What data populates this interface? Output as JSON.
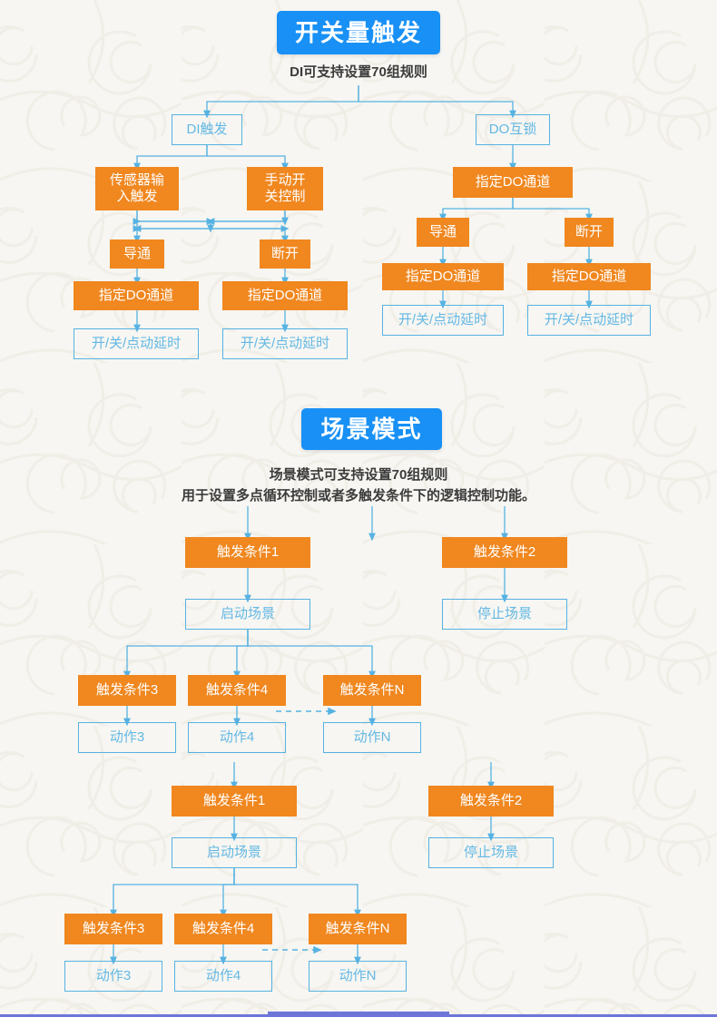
{
  "page": {
    "background_color": "#f7f6f2",
    "accent_blue": "#1890f5",
    "node_orange": "#f0871f",
    "node_blue_outline": "#56b2e2",
    "footer_bar_color": "#6d76d8"
  },
  "sections": [
    {
      "id": "switch-trigger",
      "header": "开关量触发",
      "caption": "DI可支持设置70组规则",
      "nodes": {
        "di_trigger": "DI触发",
        "do_interlock": "DO互锁",
        "sensor_input_trigger": "传感器输\n入触发",
        "manual_switch_control": "手动开\n关控制",
        "di_on_left": "导通",
        "di_off_right": "断开",
        "di_do_channel_left": "指定DO通道",
        "di_do_channel_right": "指定DO通道",
        "di_delay_left": "开/关/点动延时",
        "di_delay_right": "开/关/点动延时",
        "do_channel_top": "指定DO通道",
        "do_on_left": "导通",
        "do_off_right": "断开",
        "do_channel_left": "指定DO通道",
        "do_channel_right": "指定DO通道",
        "do_delay_left": "开/关/点动延时",
        "do_delay_right": "开/关/点动延时"
      }
    },
    {
      "id": "scene-mode",
      "header": "场景模式",
      "caption": "场景模式可支持设置70组规则\n用于设置多点循环控制或者多触发条件下的逻辑控制功能。",
      "groups": [
        {
          "id": "scene-group-1",
          "trigger1": "触发条件1",
          "start_scene": "启动场景",
          "trigger2": "触发条件2",
          "stop_scene": "停止场景",
          "trigger3": "触发条件3",
          "trigger4": "触发条件4",
          "triggerN": "触发条件N",
          "action3": "动作3",
          "action4": "动作4",
          "actionN": "动作N"
        },
        {
          "id": "scene-group-2",
          "trigger1": "触发条件1",
          "start_scene": "启动场景",
          "trigger2": "触发条件2",
          "stop_scene": "停止场景",
          "trigger3": "触发条件3",
          "trigger4": "触发条件4",
          "triggerN": "触发条件N",
          "action3": "动作3",
          "action4": "动作4",
          "actionN": "动作N"
        }
      ]
    }
  ],
  "chart_data": {
    "type": "diagram",
    "title": "开关量触发 / 场景模式 流程图",
    "flows": [
      {
        "name": "开关量触发",
        "root": "DI可支持设置70组规则",
        "edges": [
          [
            "DI可支持设置70组规则",
            "DI触发"
          ],
          [
            "DI可支持设置70组规则",
            "DO互锁"
          ],
          [
            "DI触发",
            "传感器输入触发"
          ],
          [
            "DI触发",
            "手动开关控制"
          ],
          [
            "传感器输入触发",
            "导通"
          ],
          [
            "传感器输入触发",
            "断开"
          ],
          [
            "手动开关控制",
            "导通"
          ],
          [
            "手动开关控制",
            "断开"
          ],
          [
            "导通",
            "指定DO通道"
          ],
          [
            "断开",
            "指定DO通道"
          ],
          [
            "指定DO通道",
            "开/关/点动延时"
          ],
          [
            "DO互锁",
            "指定DO通道"
          ],
          [
            "指定DO通道",
            "导通"
          ],
          [
            "指定DO通道",
            "断开"
          ]
        ]
      },
      {
        "name": "场景模式",
        "root": "场景模式可支持设置70组规则",
        "edges": [
          [
            "场景模式",
            "触发条件1"
          ],
          [
            "触发条件1",
            "启动场景"
          ],
          [
            "启动场景",
            "触发条件3"
          ],
          [
            "启动场景",
            "触发条件4"
          ],
          [
            "启动场景",
            "触发条件N"
          ],
          [
            "触发条件3",
            "动作3"
          ],
          [
            "触发条件4",
            "动作4"
          ],
          [
            "触发条件N",
            "动作N"
          ],
          [
            "场景模式",
            "触发条件2"
          ],
          [
            "触发条件2",
            "停止场景"
          ]
        ]
      }
    ]
  }
}
